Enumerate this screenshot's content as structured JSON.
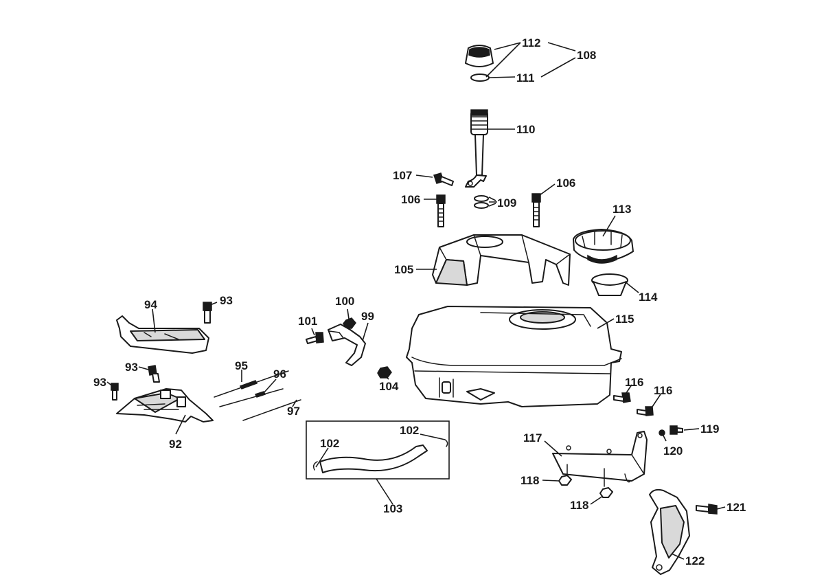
{
  "diagram": {
    "type": "exploded-parts-view",
    "callouts": {
      "c92": "92",
      "c93a": "93",
      "c93b": "93",
      "c93c": "93",
      "c94": "94",
      "c95": "95",
      "c96": "96",
      "c97": "97",
      "c99": "99",
      "c100": "100",
      "c101": "101",
      "c102a": "102",
      "c102b": "102",
      "c103": "103",
      "c104": "104",
      "c105": "105",
      "c106a": "106",
      "c106b": "106",
      "c107": "107",
      "c108": "108",
      "c109": "109",
      "c110": "110",
      "c111": "111",
      "c112": "112",
      "c113": "113",
      "c114": "114",
      "c115": "115",
      "c116a": "116",
      "c116b": "116",
      "c117": "117",
      "c118a": "118",
      "c118b": "118",
      "c119": "119",
      "c120": "120",
      "c121": "121",
      "c122": "122"
    }
  }
}
